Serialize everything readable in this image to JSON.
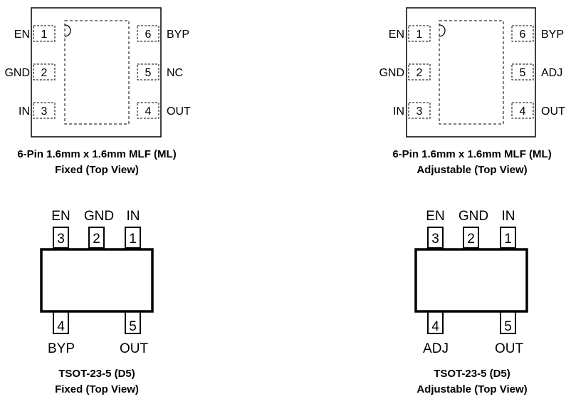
{
  "mlf_fixed": {
    "pin1": {
      "name": "EN",
      "num": "1"
    },
    "pin2": {
      "name": "GND",
      "num": "2"
    },
    "pin3": {
      "name": "IN",
      "num": "3"
    },
    "pin4": {
      "name": "OUT",
      "num": "4"
    },
    "pin5": {
      "name": "NC",
      "num": "5"
    },
    "pin6": {
      "name": "BYP",
      "num": "6"
    },
    "caption_line1": "6-Pin 1.6mm x 1.6mm MLF (ML)",
    "caption_line2": "Fixed (Top View)"
  },
  "mlf_adj": {
    "pin1": {
      "name": "EN",
      "num": "1"
    },
    "pin2": {
      "name": "GND",
      "num": "2"
    },
    "pin3": {
      "name": "IN",
      "num": "3"
    },
    "pin4": {
      "name": "OUT",
      "num": "4"
    },
    "pin5": {
      "name": "ADJ",
      "num": "5"
    },
    "pin6": {
      "name": "BYP",
      "num": "6"
    },
    "caption_line1": "6-Pin 1.6mm x 1.6mm MLF (ML)",
    "caption_line2": "Adjustable (Top View)"
  },
  "tsot_fixed": {
    "pin1": {
      "name": "IN",
      "num": "1"
    },
    "pin2": {
      "name": "GND",
      "num": "2"
    },
    "pin3": {
      "name": "EN",
      "num": "3"
    },
    "pin4": {
      "name": "BYP",
      "num": "4"
    },
    "pin5": {
      "name": "OUT",
      "num": "5"
    },
    "caption_line1": "TSOT-23-5 (D5)",
    "caption_line2": "Fixed (Top View)"
  },
  "tsot_adj": {
    "pin1": {
      "name": "IN",
      "num": "1"
    },
    "pin2": {
      "name": "GND",
      "num": "2"
    },
    "pin3": {
      "name": "EN",
      "num": "3"
    },
    "pin4": {
      "name": "ADJ",
      "num": "4"
    },
    "pin5": {
      "name": "OUT",
      "num": "5"
    },
    "caption_line1": "TSOT-23-5 (D5)",
    "caption_line2": "Adjustable (Top View)"
  }
}
